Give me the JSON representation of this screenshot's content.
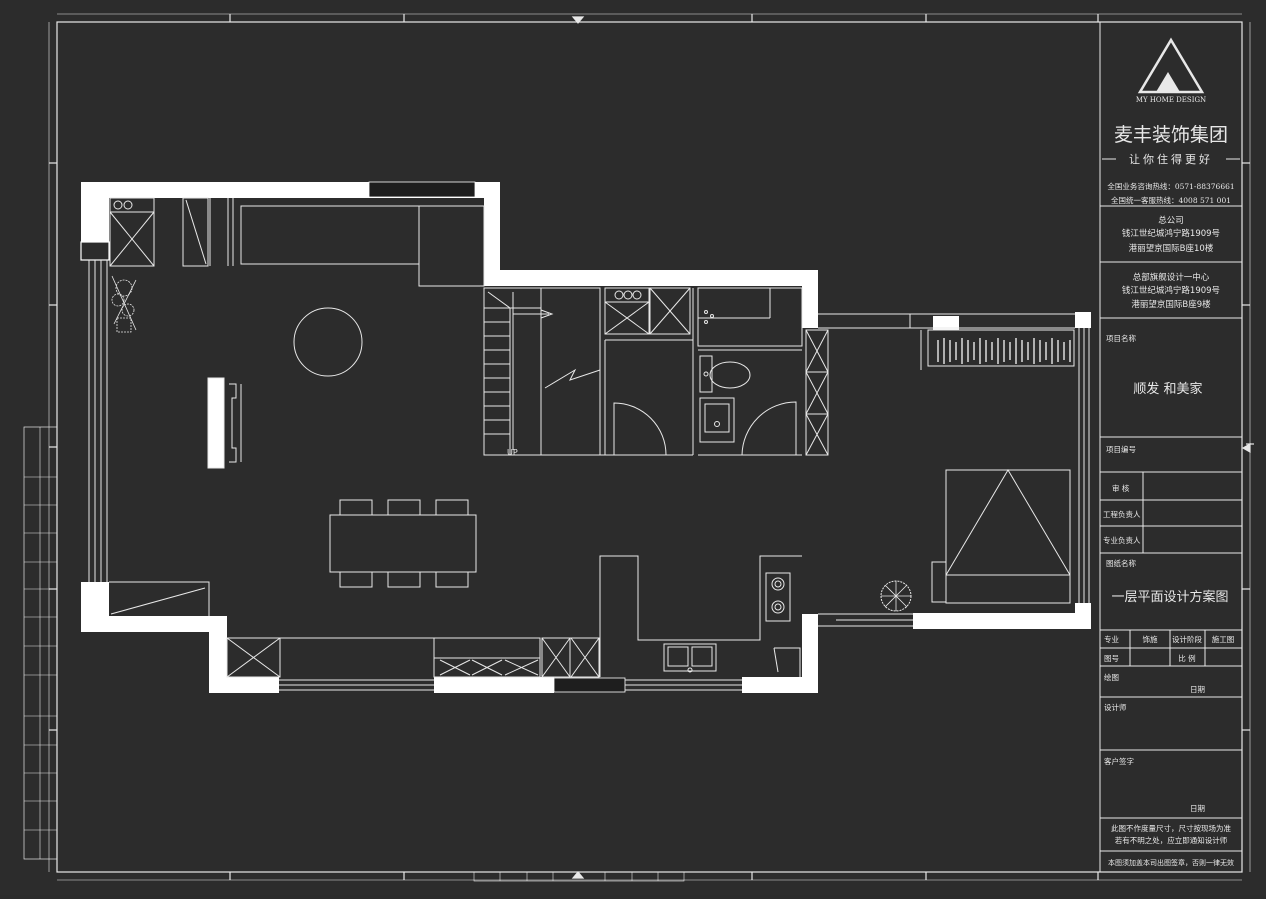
{
  "title_block": {
    "logo_text": "MY HOME DESIGN",
    "company_name": "麦丰装饰集团",
    "slogan": "让你住得更好",
    "hotline_1": "全国业务咨询热线：0571-88376661",
    "hotline_2": "全国统一客服热线：4008 571 001",
    "hq_title": "总公司",
    "hq_line_1": "钱江世纪城鸿宁路1909号",
    "hq_line_2": "港丽望京国际B座10楼",
    "center_title": "总部旗舰设计一中心",
    "center_line_1": "钱江世纪城鸿宁路1909号",
    "center_line_2": "港丽望京国际B座9楼",
    "project_name_label": "项目名称",
    "project_name": "顺发 和美家",
    "project_no_label": "项目编号",
    "review_label": "审 核",
    "engineer_label": "工程负责人",
    "specialist_label": "专业负责人",
    "drawing_name_label": "图纸名称",
    "drawing_name": "一层平面设计方案图",
    "major_label": "专业",
    "major_value": "饰施",
    "stage_label": "设计阶段",
    "stage_value": "施工图",
    "drawing_no_label": "图号",
    "scale_label": "比 例",
    "drafter_label": "绘图",
    "date_label_1": "日期",
    "designer_label": "设计师",
    "client_sign_label": "客户签字",
    "date_label_2": "日期",
    "note_line_1": "此图不作度量尺寸，尺寸按现场为准",
    "note_line_2": "若有不明之处，应立即通知设计师",
    "footer_note": "本图须加盖本司出图签章，否则一律无效"
  },
  "plan": {
    "stair_label": "UP"
  },
  "colors": {
    "background": "#2c2c2c",
    "line": "#e8e8e8",
    "wall": "#ffffff"
  }
}
